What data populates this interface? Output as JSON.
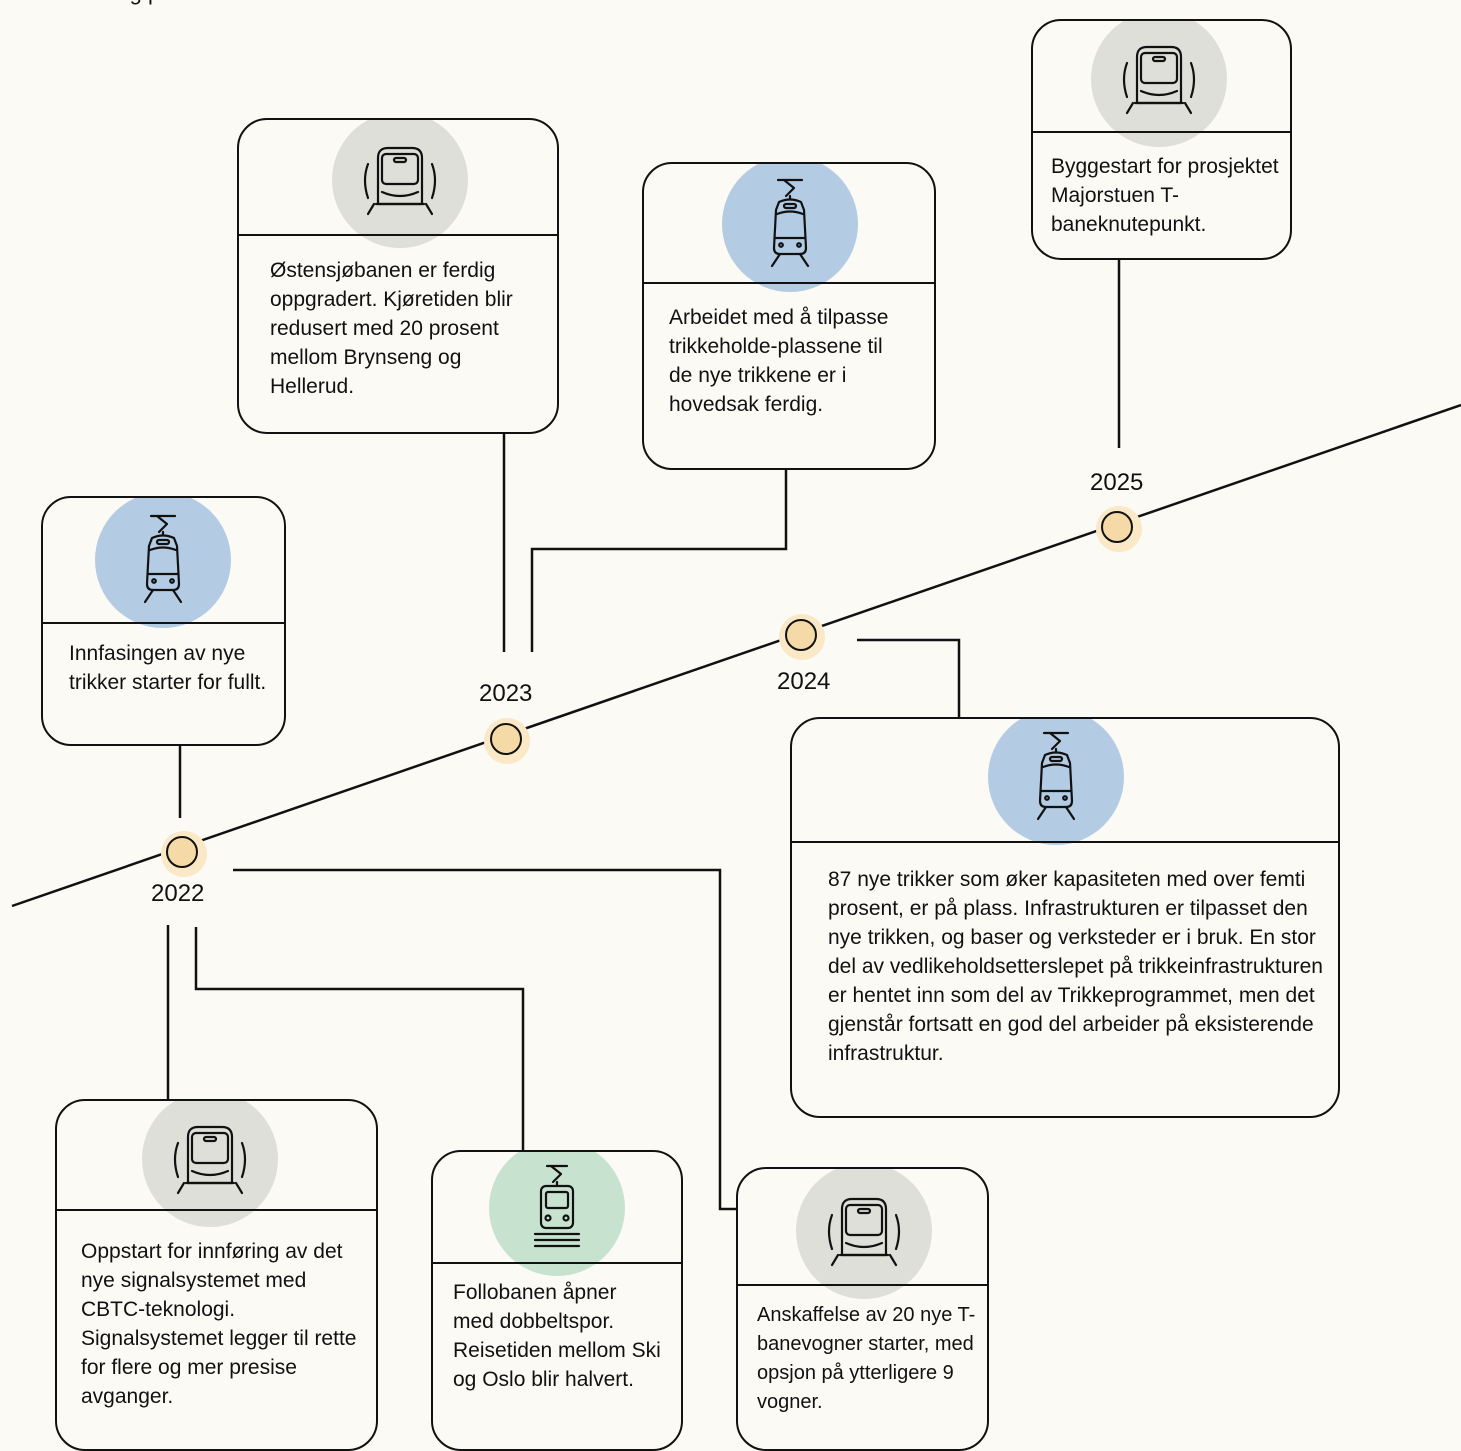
{
  "intro_text": "forberedet seg på å levere mer.",
  "colors": {
    "background": "#fcfaf4",
    "line": "#111111",
    "dot_fill": "#f5d9a6",
    "dot_halo": "#fae8c6",
    "circle_gray": "#dfdfd9",
    "circle_blue": "#b3cbe3",
    "circle_green": "#c8e2d0"
  },
  "years": [
    "2022",
    "2023",
    "2024",
    "2025"
  ],
  "events": [
    {
      "year": "2022",
      "icon": "tram-icon",
      "circle_color": "blue",
      "text": "Innfasingen av nye trikker starter for fullt."
    },
    {
      "year": "2022",
      "icon": "metro-train-icon",
      "circle_color": "gray",
      "text": "Oppstart for innføring av det nye signalsystemet med CBTC-teknologi. Signalsystemet legger til rette for flere og mer presise avganger."
    },
    {
      "year": "2022",
      "icon": "train-icon",
      "circle_color": "green",
      "text": "Follobanen åpner med dobbeltspor. Reisetiden mellom Ski og Oslo blir halvert."
    },
    {
      "year": "2022",
      "icon": "metro-train-icon",
      "circle_color": "gray",
      "text": "Anskaffelse av 20 nye T-banevogner starter, med opsjon på ytterligere 9 vogner."
    },
    {
      "year": "2023",
      "icon": "metro-train-icon",
      "circle_color": "gray",
      "text": "Østensjøbanen er ferdig oppgradert. Kjøretiden blir redusert med 20 prosent mellom Brynseng og Hellerud."
    },
    {
      "year": "2023",
      "icon": "tram-icon",
      "circle_color": "blue",
      "text": "Arbeidet med å tilpasse trikkeholde-plassene til de nye trikkene er i hovedsak ferdig."
    },
    {
      "year": "2024",
      "icon": "tram-icon",
      "circle_color": "blue",
      "text": "87 nye trikker som øker kapasiteten med over femti prosent, er på plass. Infrastrukturen er tilpasset den nye trikken, og baser og verksteder er i bruk. En stor del av vedlikeholdsetterslepet på trikkeinfrastrukturen er hentet inn som del av Trikkeprogrammet, men det gjenstår fortsatt en god del arbeider på eksisterende infrastruktur."
    },
    {
      "year": "2025",
      "icon": "metro-train-icon",
      "circle_color": "gray",
      "text": "Byggestart for prosjektet Majorstuen T-baneknutepunkt."
    }
  ]
}
